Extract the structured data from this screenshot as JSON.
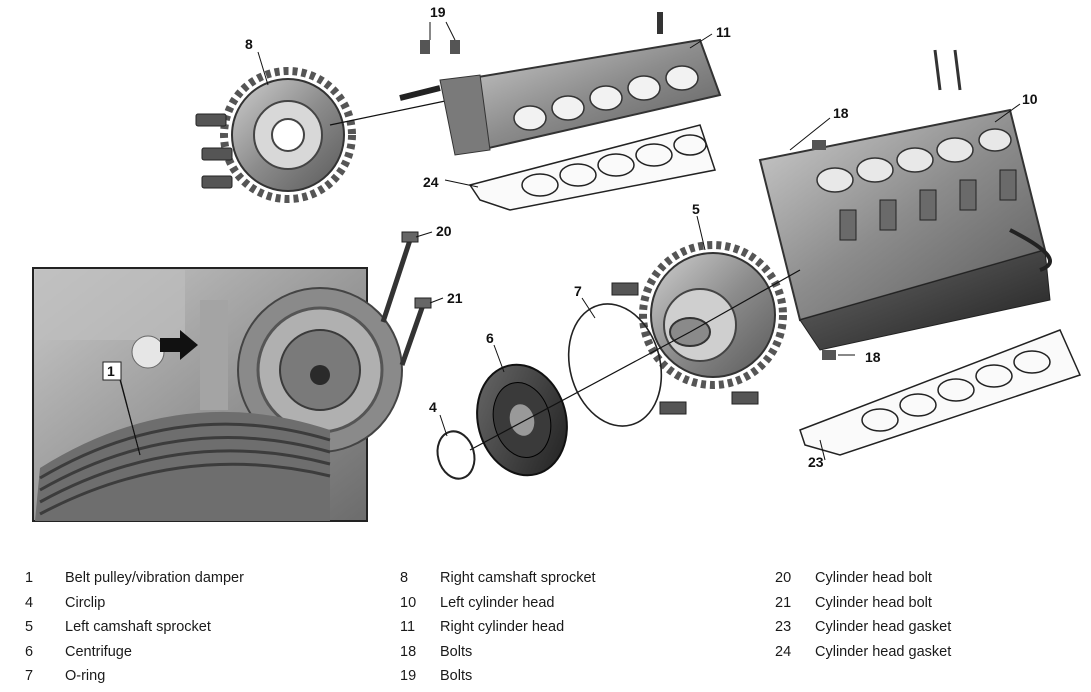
{
  "callouts": {
    "c1": "1",
    "c4": "4",
    "c5": "5",
    "c6": "6",
    "c7": "7",
    "c8": "8",
    "c10": "10",
    "c11": "11",
    "c18a": "18",
    "c18b": "18",
    "c19": "19",
    "c20": "20",
    "c21": "21",
    "c23": "23",
    "c24": "24"
  },
  "legend": {
    "col1": [
      {
        "num": "1",
        "label": "Belt pulley/vibration damper"
      },
      {
        "num": "4",
        "label": "Circlip"
      },
      {
        "num": "5",
        "label": "Left camshaft sprocket"
      },
      {
        "num": "6",
        "label": "Centrifuge"
      },
      {
        "num": "7",
        "label": "O-ring"
      }
    ],
    "col2": [
      {
        "num": "8",
        "label": "Right camshaft sprocket"
      },
      {
        "num": "10",
        "label": "Left cylinder head"
      },
      {
        "num": "11",
        "label": "Right cylinder head"
      },
      {
        "num": "18",
        "label": "Bolts"
      },
      {
        "num": "19",
        "label": "Bolts"
      }
    ],
    "col3": [
      {
        "num": "20",
        "label": "Cylinder head bolt"
      },
      {
        "num": "21",
        "label": "Cylinder head bolt"
      },
      {
        "num": "23",
        "label": "Cylinder head gasket"
      },
      {
        "num": "24",
        "label": "Cylinder head gasket"
      }
    ]
  }
}
